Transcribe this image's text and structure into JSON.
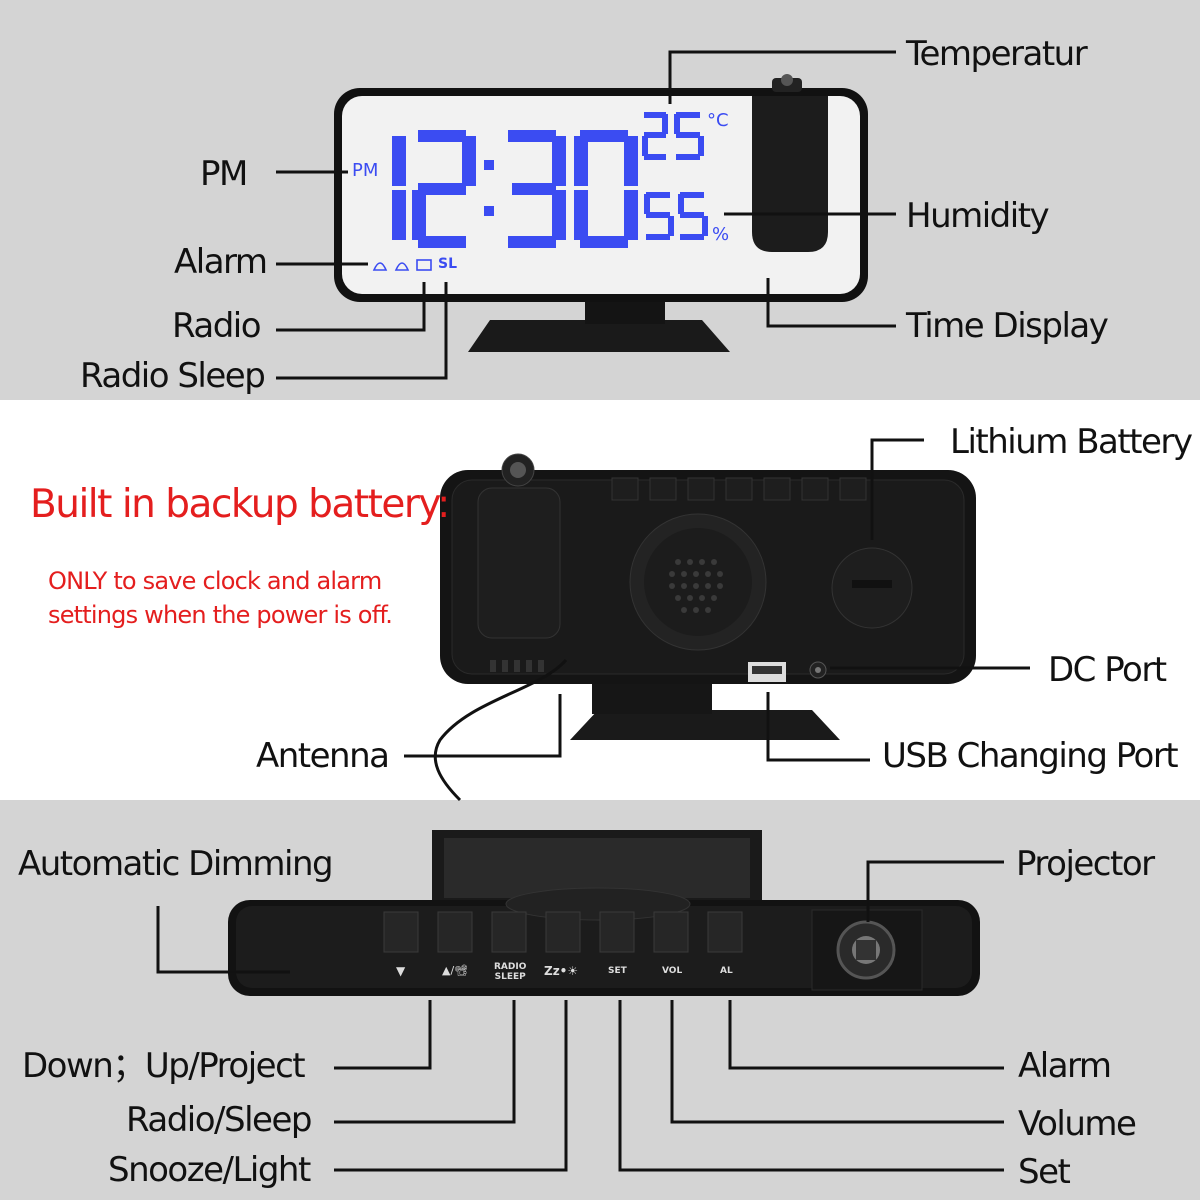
{
  "top": {
    "display": {
      "time": "12:30",
      "temperature": "25",
      "temp_unit": "°C",
      "humidity": "55",
      "humidity_unit": "%",
      "pm": "PM",
      "sl": "SL"
    },
    "labels": {
      "pm": "PM",
      "alarm": "Alarm",
      "radio": "Radio",
      "radio_sleep": "Radio Sleep",
      "temperature": "Temperatur",
      "humidity": "Humidity",
      "time_display": "Time Display"
    }
  },
  "middle": {
    "battery_title": "Built in backup battery:",
    "battery_note_line1": "ONLY to save clock and alarm",
    "battery_note_line2": "settings when the power is off.",
    "labels": {
      "lithium_battery": "Lithium Battery",
      "dc_port": "DC Port",
      "usb_port": "USB Changing Port",
      "antenna": "Antenna"
    }
  },
  "bottom": {
    "button_marks": {
      "down": "▼",
      "up_project": "▲/📽",
      "radio_sleep_1": "RADIO",
      "radio_sleep_2": "SLEEP",
      "snooze": "Zz•☀",
      "set": "SET",
      "vol": "VOL",
      "al": "AL"
    },
    "labels": {
      "auto_dimming": "Automatic Dimming",
      "projector": "Projector",
      "down_up": "Down；Up/Project",
      "radio_sleep": "Radio/Sleep",
      "snooze_light": "Snooze/Light",
      "alarm": "Alarm",
      "volume": "Volume",
      "set": "Set"
    }
  },
  "colors": {
    "led_blue": "#3b4cf2",
    "note_red": "#e41e1e"
  }
}
